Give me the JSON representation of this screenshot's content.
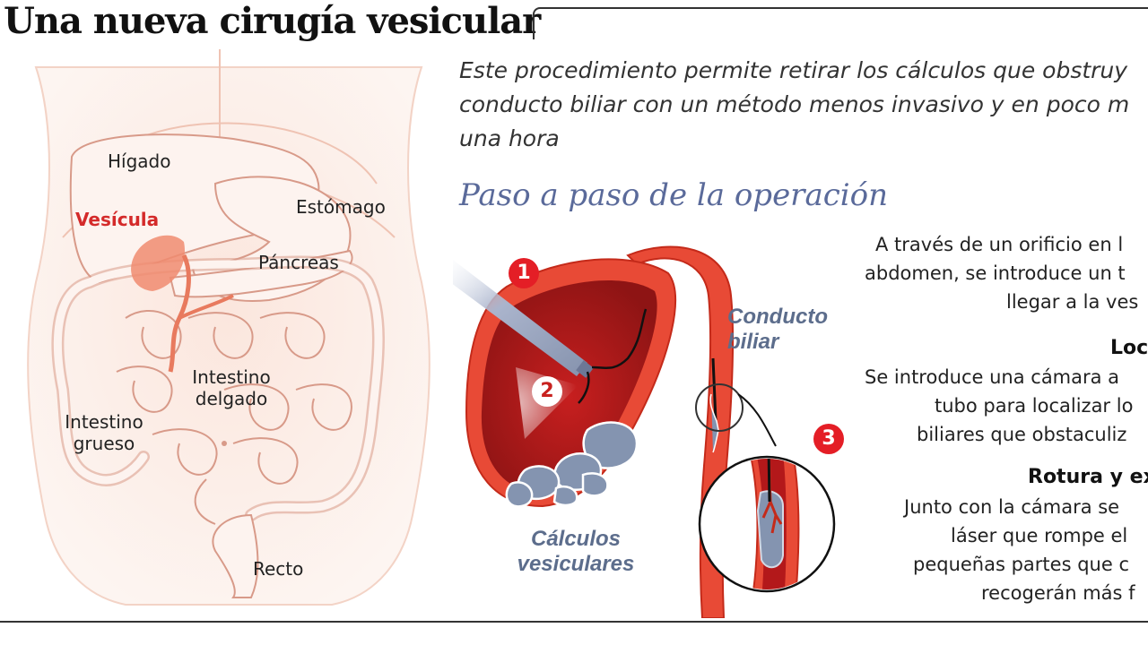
{
  "title": "Una nueva cirugía vesicular",
  "intro": {
    "line1": "Este procedimiento permite retirar los cálculos que obstruy",
    "line2": "conducto biliar con un método menos invasivo y en poco m",
    "line3": "una hora"
  },
  "steps_heading": "Paso a paso de la operación",
  "organs": {
    "higado": "Hígado",
    "vesicula": "Vesícula",
    "estomago": "Estómago",
    "pancreas": "Páncreas",
    "intestino_delgado_1": "Intestino",
    "intestino_delgado_2": "delgado",
    "intestino_grueso_1": "Intestino",
    "intestino_grueso_2": "grueso",
    "recto": "Recto"
  },
  "callouts": {
    "conducto_1": "Conducto",
    "conducto_2": "biliar",
    "calculos_1": "Cálculos",
    "calculos_2": "vesiculares"
  },
  "badges": {
    "one": "1",
    "two": "2",
    "three": "3"
  },
  "steps": {
    "step1_line1": "A través de un orificio en l",
    "step1_line2": "abdomen, se introduce un t",
    "step1_line3": "llegar a la ves",
    "step2_title": "Loc",
    "step2_line1": "Se introduce una cámara a",
    "step2_line2": "tubo para localizar lo",
    "step2_line3": "biliares que obstaculiz",
    "step3_title": "Rotura y ex",
    "step3_line1": "Junto con la cámara se",
    "step3_line2": "láser que rompe el",
    "step3_line3": "pequeñas partes que c",
    "step3_line4": "recogerán más f"
  },
  "colors": {
    "accent_red": "#e41e26",
    "organ_red": "#d42a2a",
    "heading_blue": "#5a6a9a",
    "callout_blue": "#5c6d8c",
    "stone_blue": "#8494b0",
    "gallbladder_red": "#c8211f"
  }
}
